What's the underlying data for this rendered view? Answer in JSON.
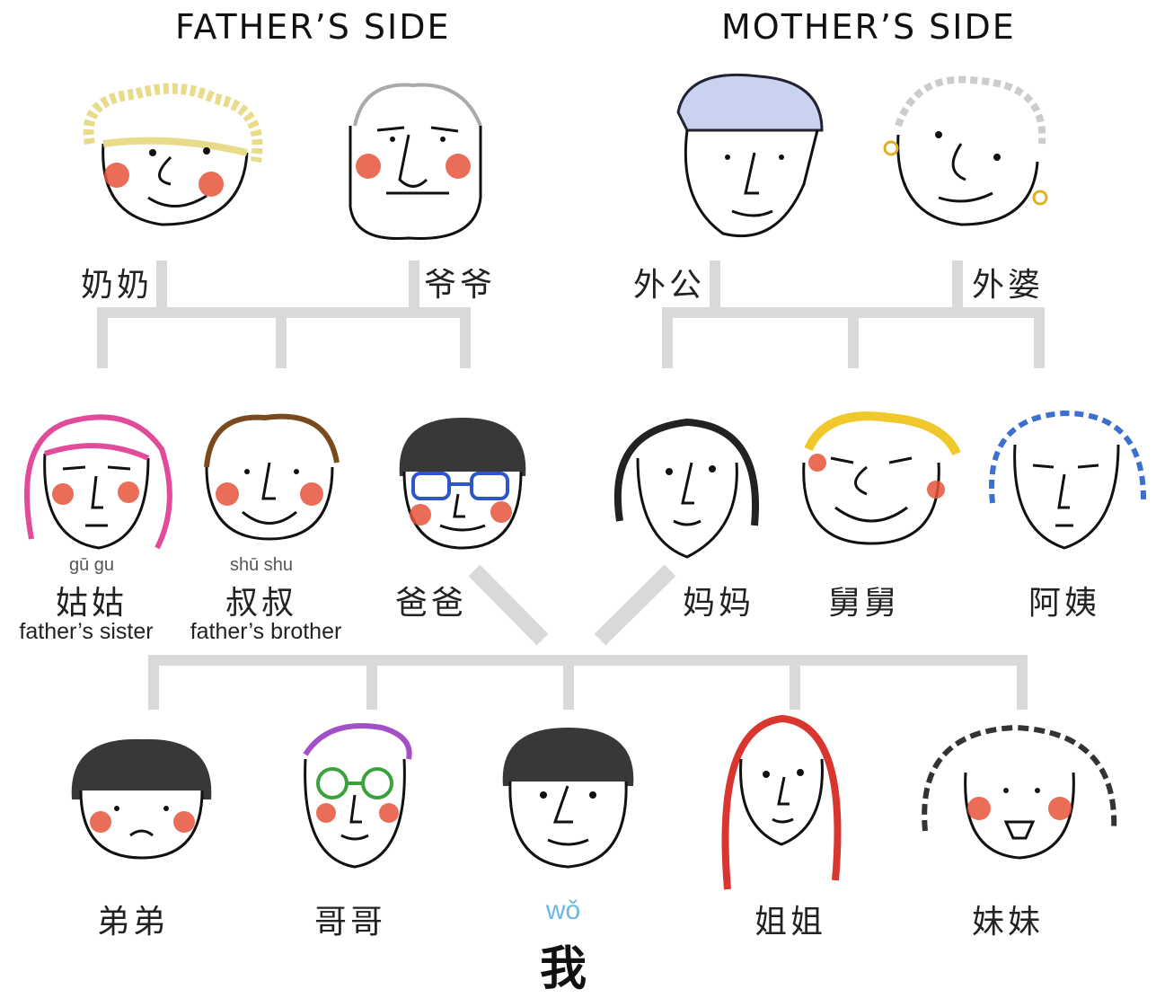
{
  "headings": {
    "father_side": "FATHER’S SIDE",
    "mother_side": "MOTHER’S SIDE"
  },
  "grandparents": {
    "father_mother": "奶奶",
    "father_father": "爷爷",
    "mother_father": "外公",
    "mother_mother": "外婆"
  },
  "parents_generation": {
    "gugu": {
      "pinyin": "gū gu",
      "hanzi": "姑姑",
      "english": "father’s sister"
    },
    "shushu": {
      "pinyin": "shū shu",
      "hanzi": "叔叔",
      "english": "father’s brother"
    },
    "baba": {
      "hanzi": "爸爸"
    },
    "mama": {
      "hanzi": "妈妈"
    },
    "jiujiu": {
      "hanzi": "舅舅"
    },
    "ayi": {
      "hanzi": "阿姨"
    }
  },
  "children": {
    "didi": "弟弟",
    "gege": "哥哥",
    "wo": {
      "pinyin": "wǒ",
      "hanzi": "我"
    },
    "jiejie": "姐姐",
    "meimei": "妹妹"
  },
  "colors": {
    "connector": "#d9d9d9",
    "cheek": "#e5533a",
    "wo_pinyin": "#6bb6e6"
  }
}
